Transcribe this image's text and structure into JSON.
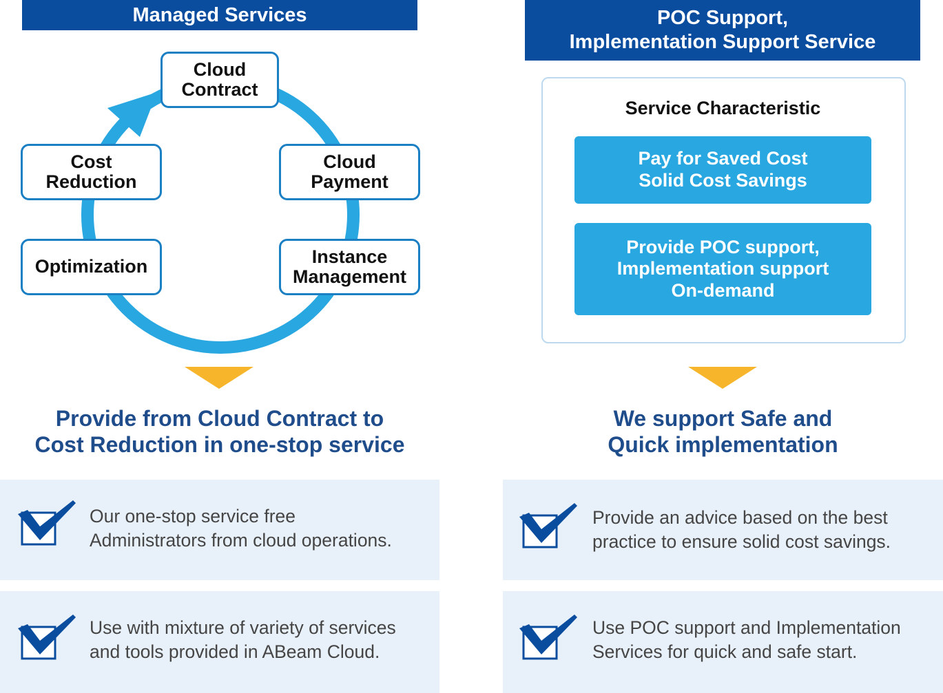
{
  "left": {
    "header": "Managed Services",
    "cycle": {
      "cloud_contract": [
        "Cloud",
        "Contract"
      ],
      "cloud_payment": [
        "Cloud",
        "Payment"
      ],
      "instance_management": [
        "Instance",
        "Management"
      ],
      "optimization": [
        "Optimization"
      ],
      "cost_reduction": [
        "Cost",
        "Reduction"
      ]
    },
    "headline": [
      "Provide from Cloud Contract to",
      "Cost Reduction in one-stop service"
    ],
    "features": [
      [
        "Our one-stop service free",
        "Administrators from cloud operations."
      ],
      [
        "Use with mixture of variety of services",
        "and tools provided in ABeam Cloud."
      ]
    ]
  },
  "right": {
    "header": [
      "POC Support,",
      "Implementation Support Service"
    ],
    "characteristic_title": "Service Characteristic",
    "pills": [
      [
        "Pay for Saved Cost",
        "Solid Cost Savings"
      ],
      [
        "Provide POC support,",
        "Implementation support",
        "On-demand"
      ]
    ],
    "headline": [
      "We support Safe and",
      "Quick implementation"
    ],
    "features": [
      [
        "Provide an advice based on the best",
        "practice to ensure solid cost savings."
      ],
      [
        "Use POC support and Implementation",
        "Services for quick and safe start."
      ]
    ]
  },
  "colors": {
    "header_blue": "#0a4d9f",
    "cycle_blue": "#29a7e1",
    "node_border": "#1b7fc4",
    "arrow_yellow": "#f7b52c",
    "headline_blue": "#1f4c8a",
    "feature_bg": "#e8f0f9",
    "check_blue": "#0a4d9f"
  },
  "icons": {
    "check": "checkbox-check-icon",
    "down": "down-triangle-icon",
    "cycle": "circular-arrow-icon"
  }
}
